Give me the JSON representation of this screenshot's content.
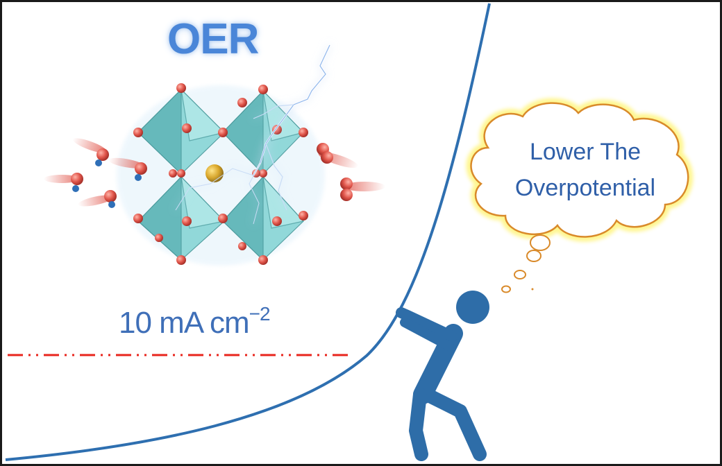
{
  "title": "OER",
  "current_density": {
    "value": "10 mA cm",
    "superscript": "−2"
  },
  "thought_bubble": {
    "line1": "Lower The",
    "line2": "Overpotential"
  },
  "colors": {
    "curve": "#2e6fb0",
    "reference_line": "#e8241c",
    "figure": "#2e6da8",
    "octahedron": "#7fcfd0",
    "oxygen": "#e0554a",
    "a_site": "#d9a526",
    "hydrogen": "#2f6fb7",
    "cloud_stroke": "#d98a2a",
    "cloud_glow": "#fff36a"
  },
  "icons": [
    "perovskite-structure-icon",
    "lightning-icon",
    "water-molecule-icon",
    "o2-molecule-icon",
    "stick-figure-icon",
    "thought-cloud-icon"
  ]
}
